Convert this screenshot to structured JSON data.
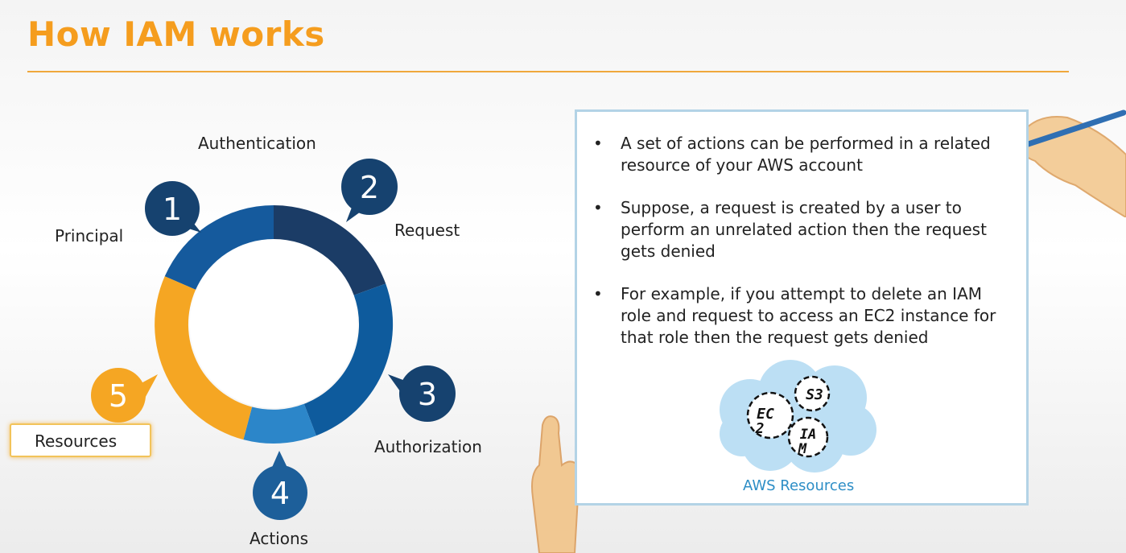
{
  "slide": {
    "title": "How IAM works"
  },
  "cycle": {
    "steps": [
      {
        "number": "1",
        "label": "Principal"
      },
      {
        "number": "2",
        "label": "Request"
      },
      {
        "number": "3",
        "label": "Authorization"
      },
      {
        "number": "4",
        "label": "Actions"
      },
      {
        "number": "5",
        "label": "Resources"
      }
    ],
    "top_label": "Authentication",
    "colors": {
      "principal": "#155a9d",
      "request": "#1b3c66",
      "authorization": "#0e5b9d",
      "actions": "#2c86c9",
      "resources": "#f5a623",
      "badge_dark": "#16426f",
      "badge_mid": "#1d5f9a",
      "badge_accent": "#f5a623"
    }
  },
  "panel": {
    "bullets": [
      "A set of actions can be performed in a related resource of your AWS account",
      "Suppose, a request is created by a user to perform an unrelated action then the request gets denied",
      "For example, if you attempt to delete an IAM role and request to access an EC2 instance for that role then the request gets denied"
    ],
    "cloud": {
      "caption": "AWS Resources",
      "bubble_ec2": [
        "EC",
        "2"
      ],
      "bubble_s3": "S3",
      "bubble_iam": [
        "IA",
        "M"
      ]
    }
  }
}
